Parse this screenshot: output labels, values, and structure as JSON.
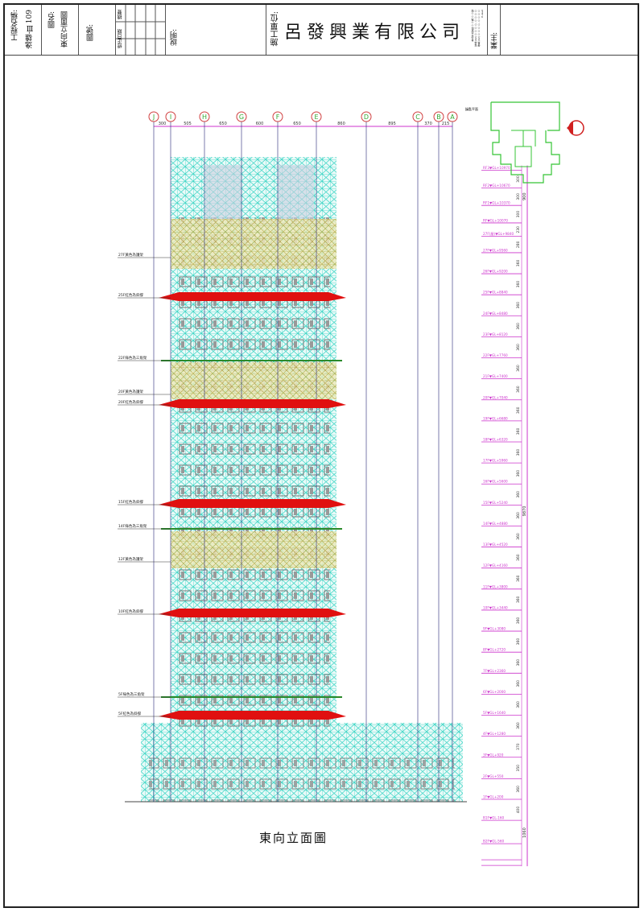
{
  "title_block": {
    "project_label": "工程名稱:",
    "project_value": "逸雄-Ⅲ109",
    "drawing_name_label": "圖名:",
    "drawing_name_value": "東向立面圖",
    "drawing_no_label": "圖號:",
    "revision_headers": [
      "修正日期",
      "摘要"
    ],
    "notes_label": "說明:",
    "contractor_label": "施工單位:",
    "company_name": "呂發興業有限公司",
    "company_contact": [
      "台北市大安區○○路○○號",
      "電話:(02)○○○○-○○○○",
      "傳真:(02)○○○○-○○○○",
      "E-mail"
    ],
    "owner_label": "業主:"
  },
  "grid_axes": [
    {
      "label": "J"
    },
    {
      "label": "I"
    },
    {
      "label": "H"
    },
    {
      "label": "G"
    },
    {
      "label": "F"
    },
    {
      "label": "E"
    },
    {
      "label": "D"
    },
    {
      "label": "C"
    },
    {
      "label": "B"
    },
    {
      "label": "A"
    }
  ],
  "grid_dimensions": [
    "300",
    "505",
    "650",
    "600",
    "650",
    "860",
    "895",
    "370",
    "215"
  ],
  "key_plan_label": "鑰匙平面",
  "annotations": [
    {
      "text": "27F黃色為護架",
      "type": "yellow"
    },
    {
      "text": "25F紅色為斜撐",
      "type": "red"
    },
    {
      "text": "22F綠色為三角架",
      "type": "green"
    },
    {
      "text": "20F黃色為護架",
      "type": "yellow"
    },
    {
      "text": "20F紅色為斜撐",
      "type": "red"
    },
    {
      "text": "15F紅色為斜撐",
      "type": "red"
    },
    {
      "text": "14F綠色為三角架",
      "type": "green"
    },
    {
      "text": "12F黃色為護架",
      "type": "yellow"
    },
    {
      "text": "10F紅色為斜撐",
      "type": "red"
    },
    {
      "text": "5F綠色為三角架",
      "type": "green"
    },
    {
      "text": "5F紅色為斜撐",
      "type": "red"
    }
  ],
  "levels": [
    {
      "label": "RF3▼GL+10970",
      "elev": 10970
    },
    {
      "label": "RF2▼GL+10670",
      "elev": 10670
    },
    {
      "label": "RF1▼GL+10370",
      "elev": 10370
    },
    {
      "label": "RF▼GL+10070",
      "elev": 10070
    },
    {
      "label": "27F(屋)▼GL+9840",
      "elev": 9840
    },
    {
      "label": "27F▼GL+9560",
      "elev": 9560
    },
    {
      "label": "26F▼GL+9200",
      "elev": 9200
    },
    {
      "label": "25F▼GL+8840",
      "elev": 8840
    },
    {
      "label": "24F▼GL+8480",
      "elev": 8480
    },
    {
      "label": "23F▼GL+8120",
      "elev": 8120
    },
    {
      "label": "22F▼GL+7760",
      "elev": 7760
    },
    {
      "label": "21F▼GL+7400",
      "elev": 7400
    },
    {
      "label": "20F▼GL+7040",
      "elev": 7040
    },
    {
      "label": "19F▼GL+6680",
      "elev": 6680
    },
    {
      "label": "18F▼GL+6320",
      "elev": 6320
    },
    {
      "label": "17F▼GL+5960",
      "elev": 5960
    },
    {
      "label": "16F▼GL+5600",
      "elev": 5600
    },
    {
      "label": "15F▼GL+5240",
      "elev": 5240
    },
    {
      "label": "14F▼GL+4880",
      "elev": 4880
    },
    {
      "label": "13F▼GL+4520",
      "elev": 4520
    },
    {
      "label": "12F▼GL+4160",
      "elev": 4160
    },
    {
      "label": "11F▼GL+3800",
      "elev": 3800
    },
    {
      "label": "10F▼GL+3440",
      "elev": 3440
    },
    {
      "label": "9F▼GL+3080",
      "elev": 3080
    },
    {
      "label": "8F▼GL+2720",
      "elev": 2720
    },
    {
      "label": "7F▼GL+2360",
      "elev": 2360
    },
    {
      "label": "6F▼GL+2000",
      "elev": 2000
    },
    {
      "label": "5F▼GL+1640",
      "elev": 1640
    },
    {
      "label": "4F▼GL+1280",
      "elev": 1280
    },
    {
      "label": "3F▼GL+920",
      "elev": 920
    },
    {
      "label": "2F▼GL+550",
      "elev": 550
    },
    {
      "label": "1F▼GL+200",
      "elev": 200
    },
    {
      "label": "B1F▼GL-160",
      "elev": -160
    },
    {
      "label": "B2F▼GL-560",
      "elev": -560
    }
  ],
  "level_dimensions": [
    "300",
    "300",
    "300",
    "230",
    "280",
    "360",
    "360",
    "360",
    "360",
    "360",
    "360",
    "360",
    "360",
    "360",
    "360",
    "360",
    "360",
    "360",
    "360",
    "360",
    "360",
    "360",
    "360",
    "360",
    "360",
    "360",
    "360",
    "360",
    "370",
    "350",
    "360",
    "400"
  ],
  "total_dimensions": [
    "900",
    "9870",
    "1060"
  ],
  "drawing_title": "東向立面圖",
  "colors": {
    "scaffold": "#3fd6c6",
    "brace": "#e01010",
    "guard": "#c8b84a",
    "triangle": "#2a8a2a",
    "level": "#cc33cc",
    "grid": "#333380",
    "bubble": "#d04040"
  }
}
